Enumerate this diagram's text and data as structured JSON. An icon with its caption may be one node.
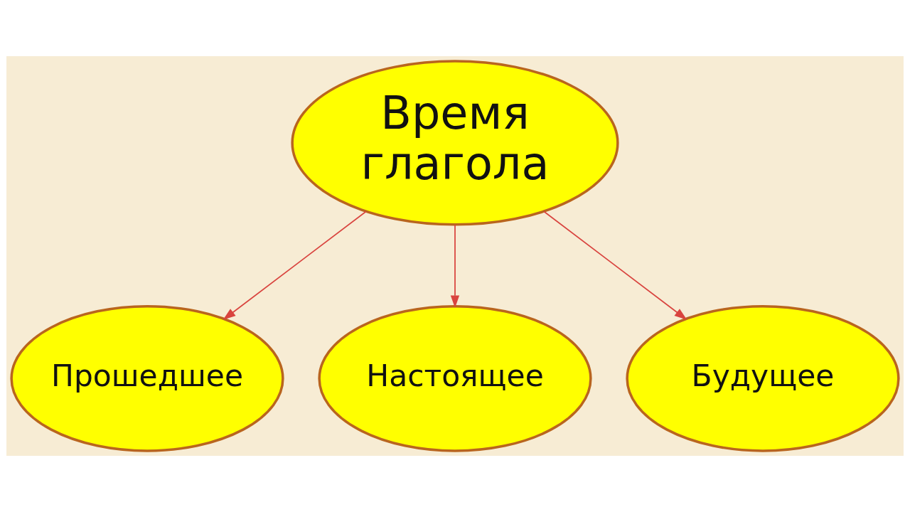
{
  "diagram": {
    "nodes": [
      {
        "text": [
          "Время глагола"
        ]
      },
      {
        "text": [
          "Настоящее"
        ]
      },
      {
        "text": [
          "Прошедшее"
        ]
      },
      {
        "text": [
          "Будущее"
        ]
      }
    ],
    "edges": [
      {
        "from": 0,
        "to": 2,
        "arrow": "to"
      },
      {
        "from": 0,
        "to": 1,
        "arrow": "to"
      },
      {
        "from": 0,
        "to": 3,
        "arrow": "to"
      }
    ]
  }
}
